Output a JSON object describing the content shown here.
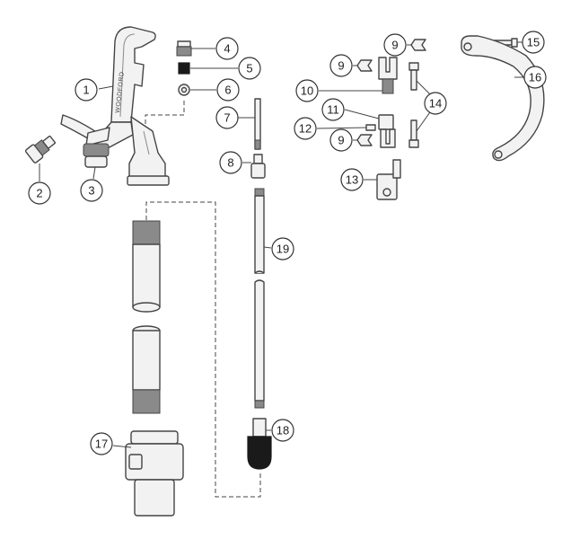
{
  "brand_text": "WOODFORD",
  "callouts": [
    {
      "id": "1",
      "label": "1"
    },
    {
      "id": "2",
      "label": "2"
    },
    {
      "id": "3",
      "label": "3"
    },
    {
      "id": "4",
      "label": "4"
    },
    {
      "id": "5",
      "label": "5"
    },
    {
      "id": "6",
      "label": "6"
    },
    {
      "id": "7",
      "label": "7"
    },
    {
      "id": "8",
      "label": "8"
    },
    {
      "id": "9a",
      "label": "9"
    },
    {
      "id": "9b",
      "label": "9"
    },
    {
      "id": "9c",
      "label": "9"
    },
    {
      "id": "10",
      "label": "10"
    },
    {
      "id": "11",
      "label": "11"
    },
    {
      "id": "12",
      "label": "12"
    },
    {
      "id": "13",
      "label": "13"
    },
    {
      "id": "14",
      "label": "14"
    },
    {
      "id": "15",
      "label": "15"
    },
    {
      "id": "16",
      "label": "16"
    },
    {
      "id": "17",
      "label": "17"
    },
    {
      "id": "18",
      "label": "18"
    },
    {
      "id": "19",
      "label": "19"
    }
  ]
}
